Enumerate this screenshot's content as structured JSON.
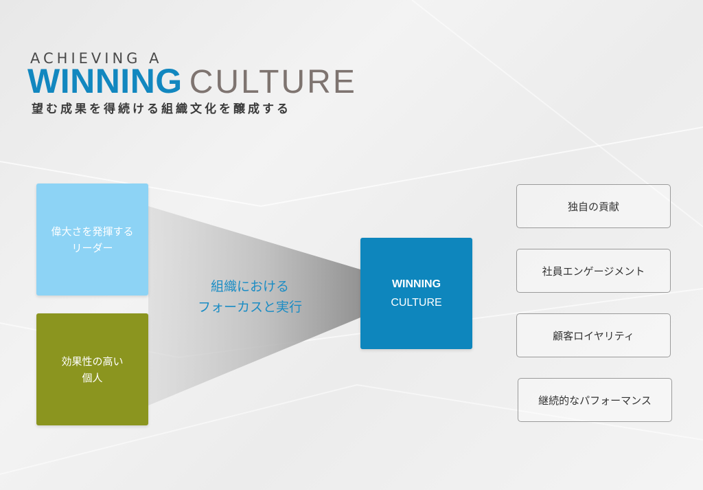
{
  "title": {
    "pre": "ACHIEVING A",
    "main_highlight": "WINNING",
    "main_rest": "CULTURE",
    "subtitle": "望む成果を得続ける組織文化を醸成する"
  },
  "inputs": [
    {
      "label": "偉大さを発揮する\nリーダー"
    },
    {
      "label": "効果性の高い\n個人"
    }
  ],
  "funnel": {
    "label": "組織における\nフォーカスと実行"
  },
  "center": {
    "line1": "WINNING",
    "line2": "CULTURE"
  },
  "outcomes": [
    {
      "label": "独自の貢献"
    },
    {
      "label": "社員エンゲージメント"
    },
    {
      "label": "顧客ロイヤリティ"
    },
    {
      "label": "継続的なパフォーマンス"
    }
  ],
  "colors": {
    "brand_blue": "#1287bf",
    "center_blue": "#0e86bd",
    "leader_box": "#8dd3f5",
    "individual_box": "#8b951f",
    "funnel_text": "#1a8cc4",
    "title_gray": "#7e7470"
  }
}
